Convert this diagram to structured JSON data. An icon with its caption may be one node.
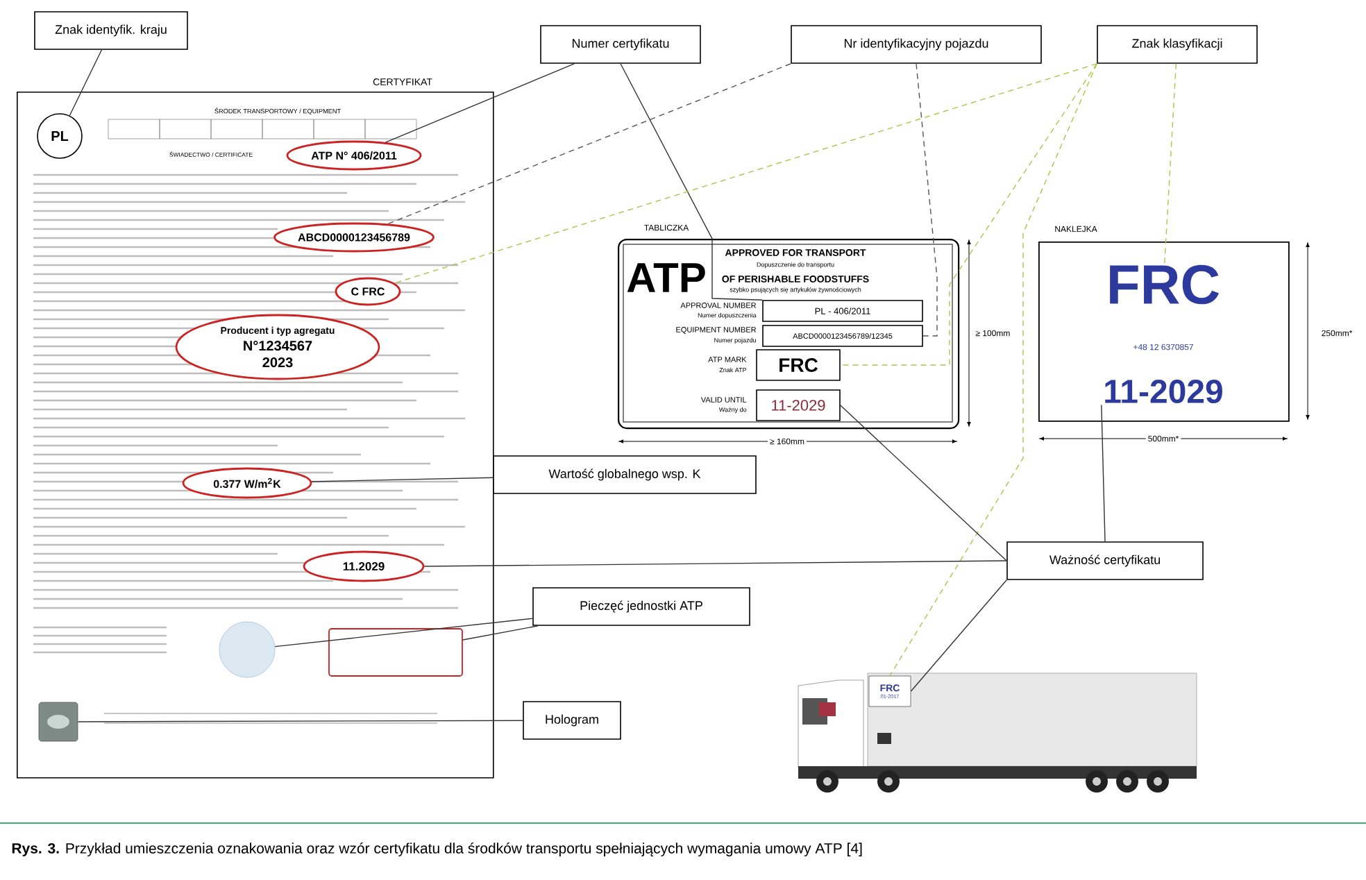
{
  "diagram": {
    "caption": "**Rys. 3.** Przykład umieszczenia oznakowania oraz wzór certyfikatu dla środków transportu spełniających wymagania umowy ATP [4]",
    "nodes": [
      {
        "text": [
          "CERTYFIKAT",
          "ŚRODEK TRANSPORTOWY / EQUIPMENT",
          "ŚWIADECTWO / CERTIFICATE"
        ]
      },
      {
        "text": [
          "PL"
        ],
        "in": 0
      },
      {
        "text": [
          "ATP N° 406/2011"
        ],
        "in": 0
      },
      {
        "text": [
          "ABCD0000123456789"
        ],
        "in": 0
      },
      {
        "text": [
          "C FRC"
        ],
        "in": 0
      },
      {
        "text": [
          "Producent i typ agregatu",
          "N°1234567",
          "2023"
        ],
        "in": 0
      },
      {
        "text": [
          "0.377 W/m$^{2}$K"
        ],
        "in": 0
      },
      {
        "text": [
          "11.2029"
        ],
        "in": 0
      },
      {
        "text": [],
        "shape": "circle",
        "in": 0
      },
      {
        "text": [],
        "shape": "box",
        "in": 0
      },
      {
        "text": [],
        "shape": "box",
        "in": 0
      },
      {
        "text": [
          "Znak identyfik. kraju"
        ]
      },
      {
        "text": [
          "Numer certyfikatu"
        ]
      },
      {
        "text": [
          "Nr identyfikacyjny pojazdu"
        ]
      },
      {
        "text": [
          "Znak klasyfikacji"
        ]
      },
      {
        "text": [
          "Wartość globalnego wsp. K"
        ]
      },
      {
        "text": [
          "Pieczęć jednostki ATP"
        ]
      },
      {
        "text": [
          "Hologram"
        ]
      },
      {
        "text": [
          "Ważność certyfikatu"
        ]
      },
      {
        "text": [
          "TABLICZKA",
          "ATP",
          "APPROVED FOR TRANSPORT",
          "Dopuszczenie do transportu",
          "OF PERISHABLE FOODSTUFFS",
          "szybko psujących się artykułów żywnościowych",
          "APPROVAL NUMBER",
          "Numer dopuszczenia",
          "EQUIPMENT NUMBER",
          "Numer pojazdu",
          "ATP MARK",
          "Znak ATP",
          "VALID UNTIL",
          "Ważny do"
        ]
      },
      {
        "text": [
          "PL - 406/2011"
        ],
        "in": 19
      },
      {
        "text": [
          "ABCD0000123456789/12345"
        ],
        "in": 19
      },
      {
        "text": [
          "FRC"
        ],
        "in": 19
      },
      {
        "text": [
          "11-2029"
        ],
        "in": 19
      },
      {
        "text": [
          "NAKLEJKA"
        ]
      },
      {
        "text": [
          "FRC"
        ],
        "in": 24
      },
      {
        "text": [
          "11-2029"
        ],
        "in": 24
      },
      {
        "text": [],
        "shape": "picture"
      },
      {
        "text": [
          "FRC",
          "01-2017"
        ],
        "in": 27
      }
    ],
    "edges": [
      {
        "from": 11,
        "to": 1,
        "arrow": "none"
      },
      {
        "from": 12,
        "to": 2,
        "arrow": "none"
      },
      {
        "from": 12,
        "to": 20,
        "arrow": "none"
      },
      {
        "from": 13,
        "to": 3,
        "arrow": "none",
        "style": "dashed",
        "color": "#555555"
      },
      {
        "from": 13,
        "to": 21,
        "arrow": "none",
        "style": "dashed",
        "color": "#555555"
      },
      {
        "from": 14,
        "to": 4,
        "arrow": "none",
        "style": "dashed",
        "color": "#b3c04a"
      },
      {
        "from": 14,
        "to": 22,
        "arrow": "none",
        "style": "dashed",
        "color": "#b3c04a"
      },
      {
        "from": 14,
        "to": 25,
        "arrow": "none",
        "style": "dashed",
        "color": "#b3c04a"
      },
      {
        "from": 14,
        "to": 28,
        "arrow": "none",
        "style": "dashed",
        "color": "#b3c04a"
      },
      {
        "from": 15,
        "to": 6,
        "arrow": "none"
      },
      {
        "from": 16,
        "to": 8,
        "arrow": "none"
      },
      {
        "from": 16,
        "to": 9,
        "arrow": "none"
      },
      {
        "from": 17,
        "to": 10,
        "arrow": "none"
      },
      {
        "from": 18,
        "to": 7,
        "arrow": "none"
      },
      {
        "from": 18,
        "to": 23,
        "arrow": "none"
      },
      {
        "from": 18,
        "to": 26,
        "arrow": "none"
      },
      {
        "from": 18,
        "to": 28,
        "arrow": "none"
      }
    ],
    "labels": [
      "≥ 100mm",
      "≥ 160mm",
      "+48 12 6370857",
      "250mm*",
      "500mm*"
    ]
  }
}
